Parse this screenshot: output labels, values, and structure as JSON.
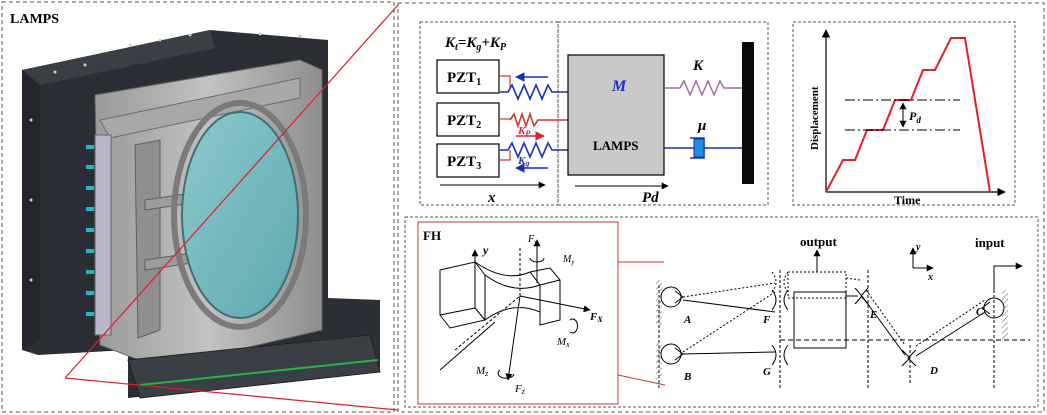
{
  "left_panel": {
    "title": "LAMPS"
  },
  "model_panel": {
    "equation": "K_t=K_g+K_P",
    "pzt": [
      {
        "base": "PZT",
        "sub": "1"
      },
      {
        "base": "PZT",
        "sub": "2"
      },
      {
        "base": "PZT",
        "sub": "3"
      }
    ],
    "kp_label": "K_P",
    "kg_label": "K_g",
    "x_label": "x",
    "mass_label": "M",
    "body_label": "LAMPS",
    "spring_label": "K",
    "damper_label": "μ",
    "pd_label": "Pd"
  },
  "graph_panel": {
    "ylabel": "Displacement",
    "xlabel": "Time",
    "step_label": "P_d"
  },
  "mech_panel": {
    "fh_title": "FH",
    "inset_labels": [
      "y",
      "F_y",
      "M_y",
      "F_x",
      "M_x",
      "M_z",
      "F_z"
    ],
    "output_label": "output",
    "input_label": "input",
    "axis_y": "y",
    "axis_x": "x",
    "hinges": [
      "A",
      "B",
      "F",
      "G",
      "E",
      "D",
      "C"
    ]
  },
  "colors": {
    "pointer": "#e0202a",
    "spring_blue": "#1a2fb8",
    "spring_red": "#c8393c",
    "mass_fill": "#c9c9c9",
    "damper": "#1f8fdc",
    "graph_line": "#e0202a",
    "frame_dark": "#2b2f35",
    "mirror": "#6fb6bb"
  }
}
